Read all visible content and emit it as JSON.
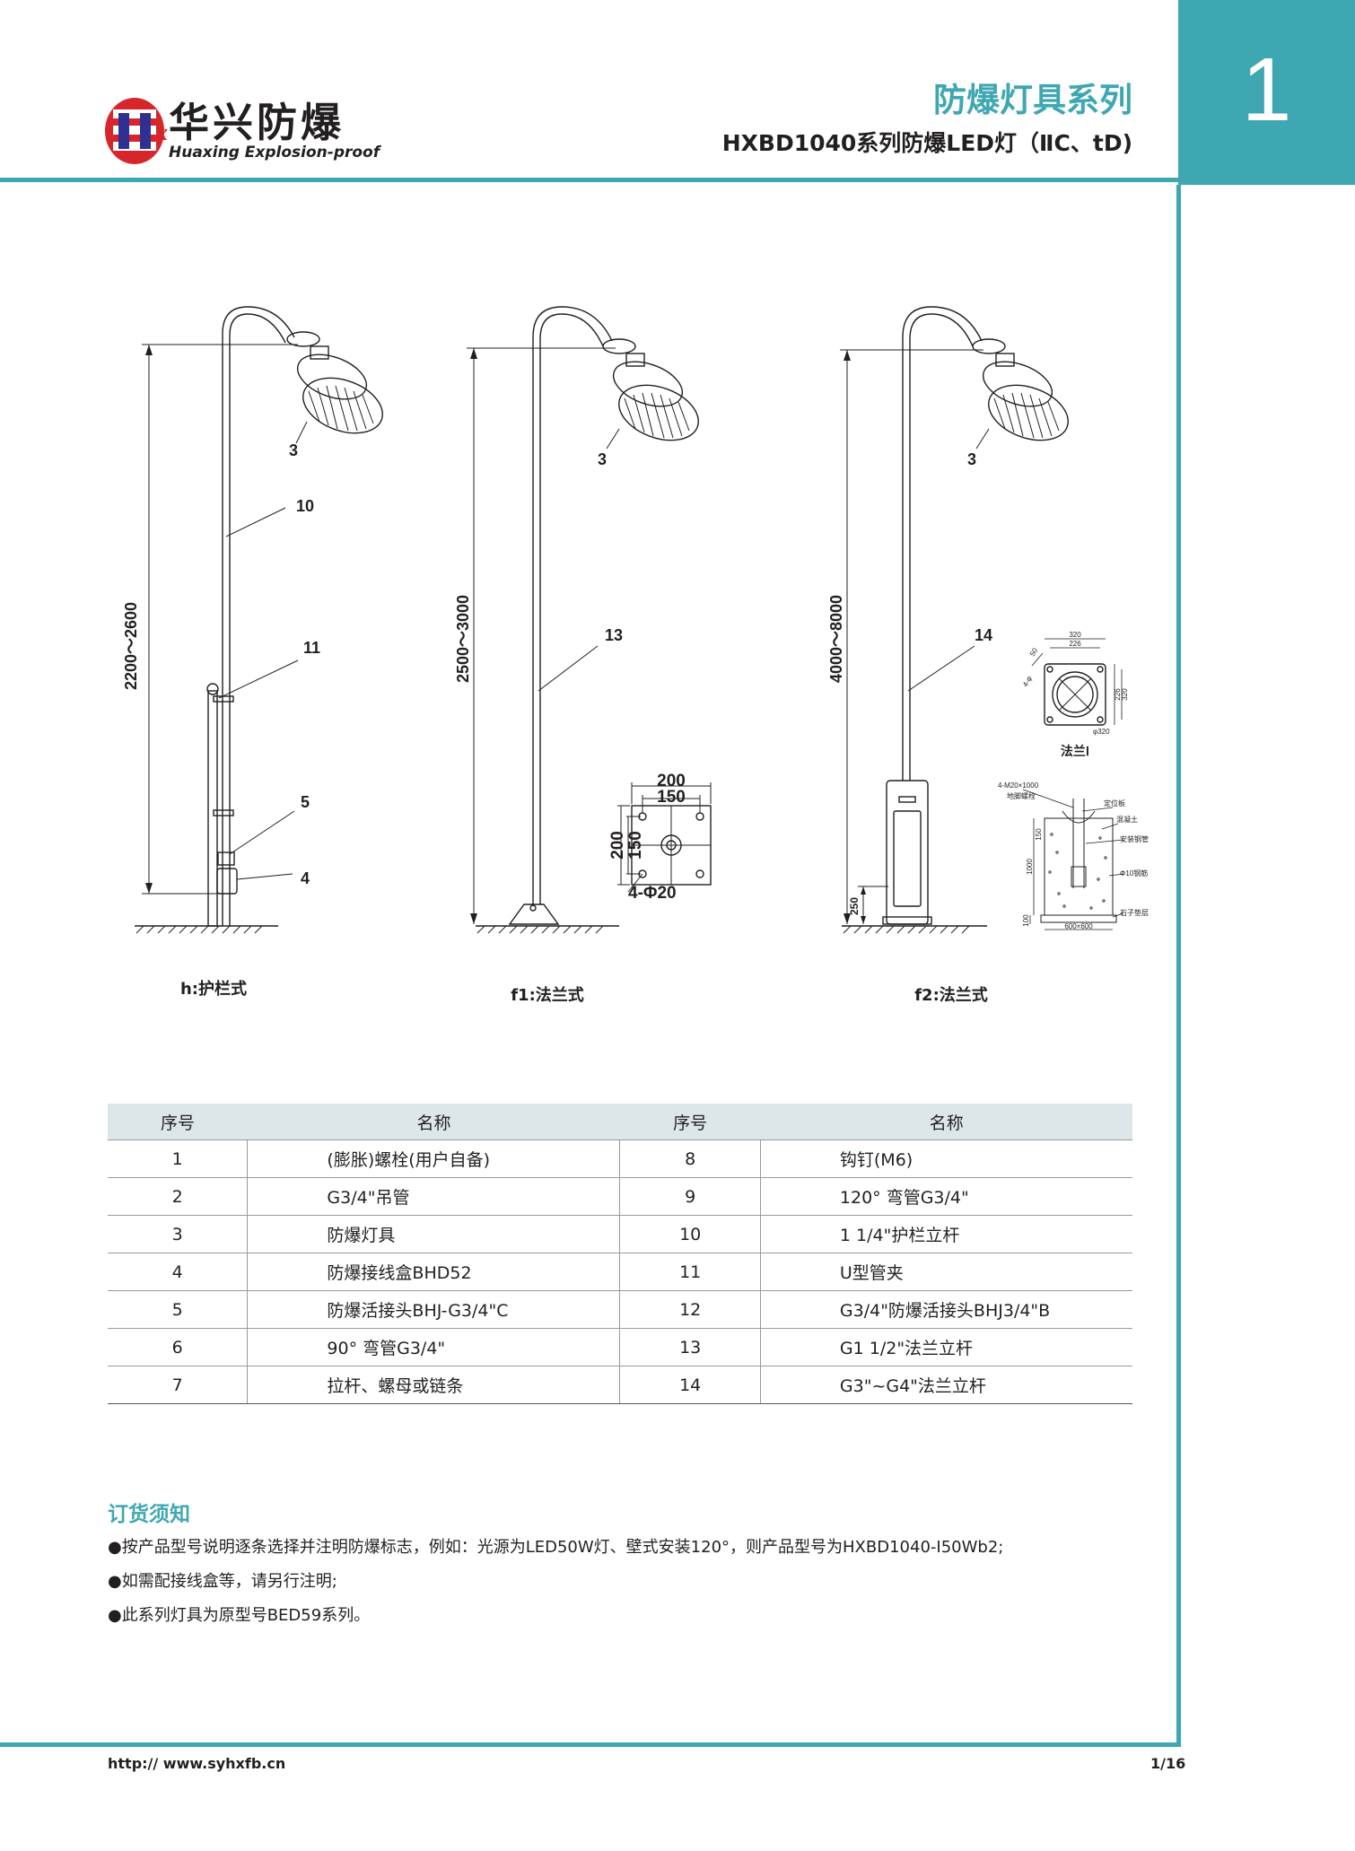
{
  "header": {
    "brand_cn": "华兴防爆",
    "brand_en": "Huaxing Explosion-proof",
    "series_title": "防爆灯具系列",
    "series_subtitle": "HXBD1040系列防爆LED灯（ⅡC、tD)",
    "chapter_number": "1",
    "accent_color": "#3fa7b2"
  },
  "drawings": {
    "h": {
      "caption": "h:护栏式",
      "height_range": "2200～2600",
      "callouts": [
        "3",
        "10",
        "11",
        "5",
        "4"
      ]
    },
    "f1": {
      "caption": "f1:法兰式",
      "height_range": "2500～3000",
      "callouts": [
        "3",
        "13"
      ],
      "flange_outer": "200",
      "flange_inner": "150",
      "flange_side_outer": "200",
      "flange_side_inner": "150",
      "holes": "4-Φ20"
    },
    "f2": {
      "caption": "f2:法兰式",
      "height_range": "4000～8000",
      "base_height": "250",
      "callouts": [
        "3",
        "14"
      ],
      "flange_label": "法兰Ⅰ",
      "flange_dims": [
        "320",
        "226",
        "φ320",
        "226",
        "320",
        "50",
        "4-φ"
      ],
      "foundation_labels": [
        "4-M20×1000",
        "地脚螺栓",
        "定位板",
        "混凝土",
        "安装钢管",
        "Φ10钢筋",
        "石子垫层"
      ],
      "foundation_dims": [
        "1000",
        "600×600",
        "150",
        "100"
      ]
    }
  },
  "table": {
    "headers": [
      "序号",
      "名称",
      "序号",
      "名称"
    ],
    "rows": [
      [
        "1",
        "(膨胀)螺栓(用户自备)",
        "8",
        "钩钉(M6)"
      ],
      [
        "2",
        "G3/4\"吊管",
        "9",
        "120° 弯管G3/4\""
      ],
      [
        "3",
        "防爆灯具",
        "10",
        "1 1/4\"护栏立杆"
      ],
      [
        "4",
        "防爆接线盒BHD52",
        "11",
        "U型管夹"
      ],
      [
        "5",
        "防爆活接头BHJ-G3/4\"C",
        "12",
        "G3/4\"防爆活接头BHJ3/4\"B"
      ],
      [
        "6",
        "90° 弯管G3/4\"",
        "13",
        "G1 1/2\"法兰立杆"
      ],
      [
        "7",
        "拉杆、螺母或链条",
        "14",
        "G3\"~G4\"法兰立杆"
      ]
    ]
  },
  "notes": {
    "title": "订货须知",
    "items": [
      "●按产品型号说明逐条选择并注明防爆标志，例如：光源为LED50W灯、壁式安装120°，则产品型号为HXBD1040-Ⅰ50Wb2;",
      "●如需配接线盒等，请另行注明;",
      "●此系列灯具为原型号BED59系列。"
    ]
  },
  "footer": {
    "url": "http:// www.syhxfb.cn",
    "page": "1/16"
  }
}
